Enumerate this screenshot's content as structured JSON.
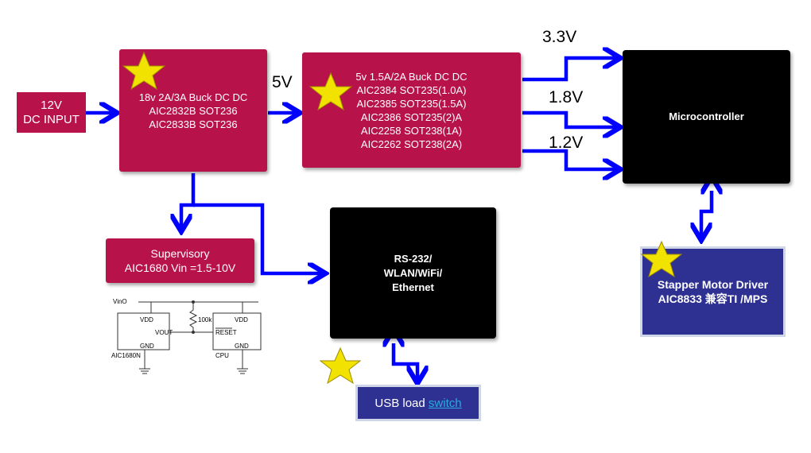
{
  "colors": {
    "block_red": "#b8124a",
    "block_black": "#000000",
    "block_blue": "#2e3192",
    "arrow": "#0000ff",
    "star": "#f2e200"
  },
  "dc_input": {
    "line1": "12V",
    "line2": "DC INPUT"
  },
  "buck1": {
    "line1": "18v 2A/3A Buck DC DC",
    "line2": "AIC2832B SOT236",
    "line3": "AIC2833B SOT236"
  },
  "buck2": {
    "line1": "5v 1.5A/2A Buck DC DC",
    "line2": "AIC2384 SOT235(1.0A)",
    "line3": "AIC2385 SOT235(1.5A)",
    "line4": "AIC2386 SOT235(2)A",
    "line5": "AIC2258 SOT238(1A)",
    "line6": "AIC2262 SOT238(2A)"
  },
  "voltages": {
    "v5": "5V",
    "v33": "3.3V",
    "v18": "1.8V",
    "v12": "1.2V"
  },
  "microcontroller": {
    "label": "Microcontroller"
  },
  "supervisory": {
    "line1": "Supervisory",
    "line2": "AIC1680 Vin =1.5-10V"
  },
  "comms": {
    "line1": "RS-232/",
    "line2": "WLAN/WiFi/",
    "line3": "Ethernet"
  },
  "motor": {
    "line1": "Stapper Motor Driver",
    "line2": "AIC8833 兼容TI /MPS"
  },
  "usb": {
    "text": "USB load ",
    "link": "switch"
  },
  "schematic": {
    "vin": "VinO",
    "vdd1": "VDD",
    "vout": "VOUT",
    "gnd1": "GND",
    "part1": "AIC1680N",
    "res": "100k",
    "vdd2": "VDD",
    "reset": "RESET",
    "gnd2": "GND",
    "part2": "CPU"
  }
}
